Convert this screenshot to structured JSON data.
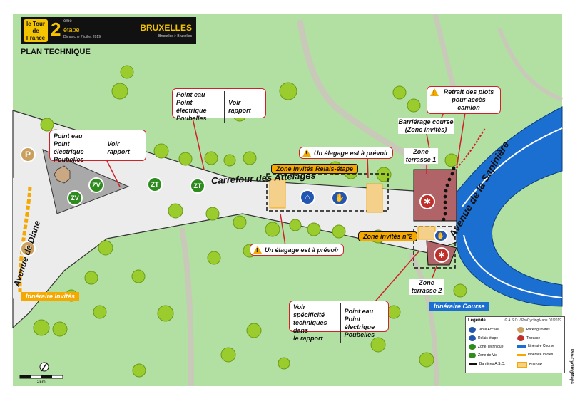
{
  "header": {
    "logo_text": "le Tour de France",
    "stage_number": "2",
    "stage_sup": "ème",
    "stage_label": "étape",
    "stage_date": "Dimanche 7 juillet 2019",
    "city": "BRUXELLES",
    "route": "Bruxelles > Bruxelles"
  },
  "plan_title": "PLAN TECHNIQUE",
  "callouts": {
    "left": {
      "items": [
        "Point eau",
        "Point électrique",
        "Poubelles"
      ],
      "link": "Voir rapport"
    },
    "center": {
      "items": [
        "Point eau",
        "Point électrique",
        "Poubelles"
      ],
      "link": "Voir rapport"
    },
    "bottom": {
      "left": [
        "Voir spécificité",
        "techniques dans",
        "le rapport"
      ],
      "right": [
        "Point eau",
        "Point électrique",
        "Poubelles"
      ]
    }
  },
  "warnings": {
    "top": "Un élagage est à prévoir",
    "bottom": "Un élagage est à prévoir",
    "retrait": "Retrait des plots pour accès camion"
  },
  "zones": {
    "relais": "Zone invités Relais-étape",
    "n2": "Zone invités n°2",
    "terrasse1": "Zone terrasse 1",
    "terrasse2": "Zone terrasse 2",
    "barriere": "Barriérage course (Zone invités)"
  },
  "map_markers": {
    "parking": "P",
    "zone_vie": "ZV",
    "zone_technique": "ZT"
  },
  "roads": {
    "carrefour": "Carrefour des Attelages",
    "diane": "Avenue de Diane",
    "sapiniere": "Avenue de la Sapinière"
  },
  "routes": {
    "invites": "Itinéraire Invités",
    "course": "Itinéraire Course"
  },
  "scale": "25m",
  "legend": {
    "title": "Légende",
    "copyright": "© A.S.O. / ProCyclingMaps 02/2019",
    "items": [
      "Tente Accueil",
      "Parking Invités",
      "Relais-étape",
      "Terrasse",
      "Zone Technique",
      "Itinéraire Course",
      "Zone de Vie",
      "Itinéraire Invités",
      "Barrières A.S.O.",
      "Bus VIP"
    ]
  },
  "credit": "Pro-CyclingMaps",
  "colors": {
    "grass": "#b0e0a0",
    "road": "#ececec",
    "river": "#1a6fd0",
    "accent": "#f5a800",
    "alert": "#d0202a",
    "zone": "#2e8b1e"
  }
}
